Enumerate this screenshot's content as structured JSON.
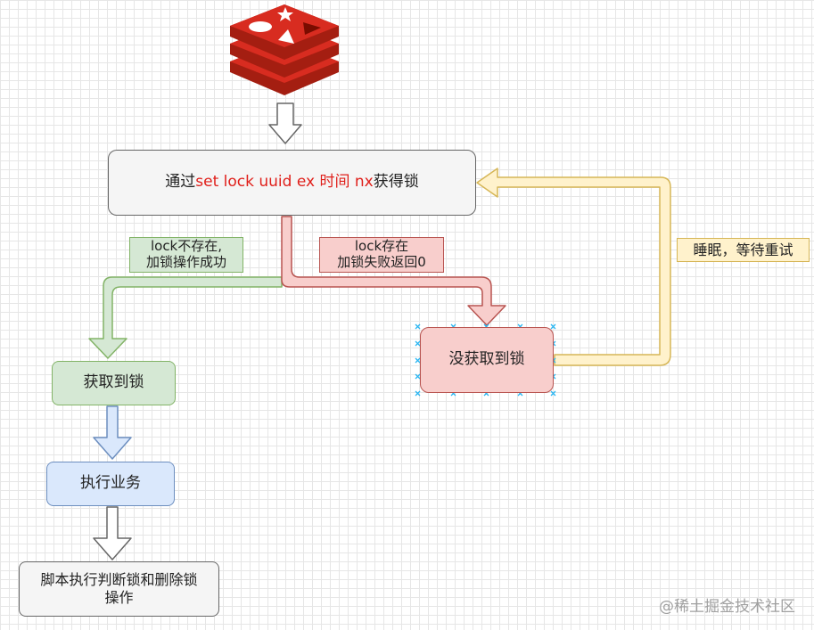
{
  "nodes": {
    "acquire": {
      "prefix": "通过",
      "command": "set lock uuid ex 时间 nx",
      "suffix": "获得锁"
    },
    "got_lock": "获取到锁",
    "execute": "执行业务",
    "release_line1": "脚本执行判断锁和删除锁",
    "release_line2": "操作",
    "not_got_lock": "没获取到锁"
  },
  "edge_labels": {
    "success_line1": "lock不存在,",
    "success_line2": "加锁操作成功",
    "fail_line1": "lock存在",
    "fail_line2": "加锁失败返回0",
    "retry": "睡眠，等待重试"
  },
  "logo": {
    "icon": "redis-logo-icon",
    "color": "#c6302b"
  },
  "colors": {
    "green_fill": "#d5e8d4",
    "green_stroke": "#82b366",
    "red_fill": "#f8cecc",
    "red_stroke": "#b85450",
    "blue_fill": "#dae8fc",
    "blue_stroke": "#6c8ebf",
    "yellow_fill": "#fff2cc",
    "yellow_stroke": "#d6b656",
    "gray_fill": "#f5f5f5",
    "gray_stroke": "#666666",
    "command_text": "#e0201b"
  },
  "watermark": "@稀土掘金技术社区"
}
